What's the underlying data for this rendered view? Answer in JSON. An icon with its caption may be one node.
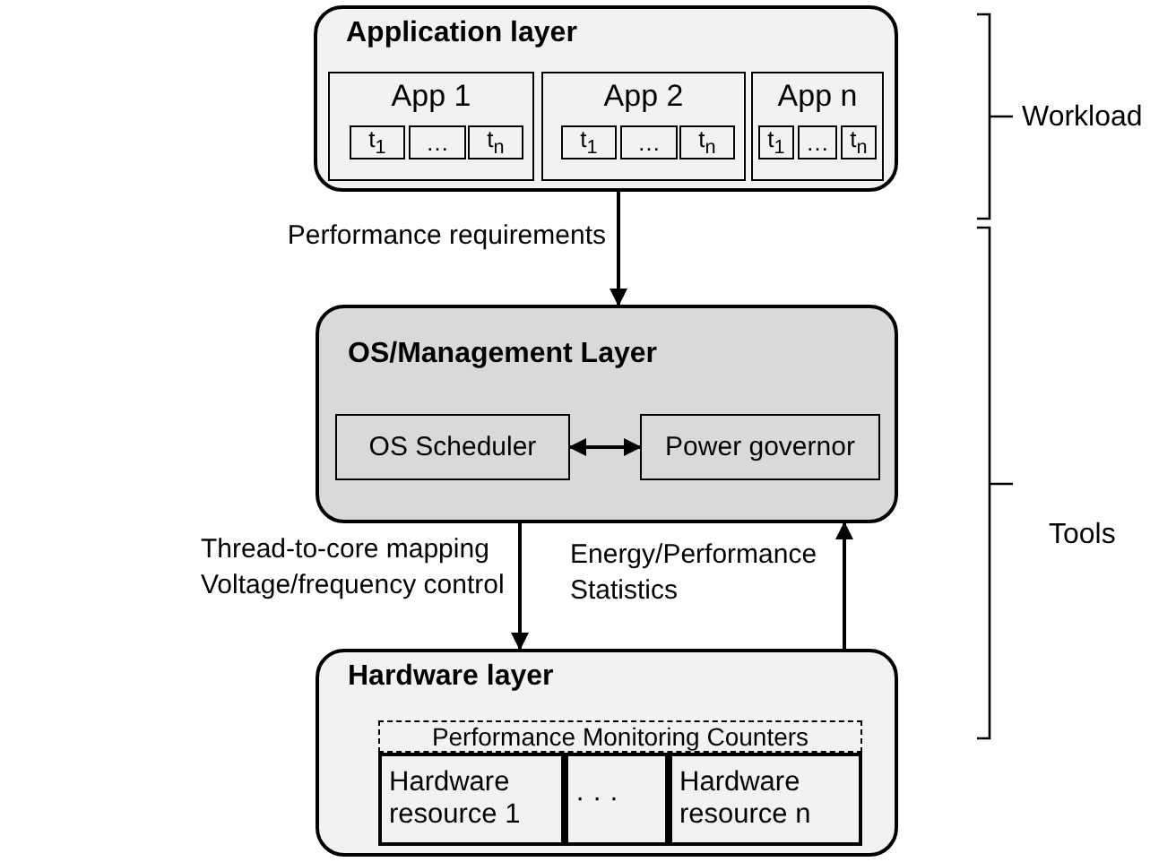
{
  "diagram": {
    "nodes": [
      {
        "text": [
          "Application layer"
        ]
      },
      {
        "text": [
          "App 1"
        ],
        "in": 0
      },
      {
        "text": [
          "t$_{1}$"
        ],
        "in": 1
      },
      {
        "text": [
          "…"
        ],
        "in": 1
      },
      {
        "text": [
          "t$_{n}$"
        ],
        "in": 1
      },
      {
        "text": [
          "App 2"
        ],
        "in": 0
      },
      {
        "text": [
          "t$_{1}$"
        ],
        "in": 5
      },
      {
        "text": [
          "…"
        ],
        "in": 5
      },
      {
        "text": [
          "t$_{n}$"
        ],
        "in": 5
      },
      {
        "text": [
          "App n"
        ],
        "in": 0
      },
      {
        "text": [
          "t$_{1}$"
        ],
        "in": 9
      },
      {
        "text": [
          "…"
        ],
        "in": 9
      },
      {
        "text": [
          "t$_{n}$"
        ],
        "in": 9
      },
      {
        "text": [
          "OS/Management Layer"
        ]
      },
      {
        "text": [
          "OS Scheduler"
        ],
        "in": 13
      },
      {
        "text": [
          "Power governor"
        ],
        "in": 13
      },
      {
        "text": [
          "Hardware layer"
        ]
      },
      {
        "text": [
          "Performance Monitoring Counters"
        ],
        "in": 16
      },
      {
        "text": [
          "Hardware resource 1"
        ],
        "in": 16
      },
      {
        "text": [
          "· · ·"
        ],
        "in": 16
      },
      {
        "text": [
          "Hardware resource n"
        ],
        "in": 16
      }
    ],
    "edges": [
      {
        "from": 0,
        "to": 13,
        "arrow": "to",
        "label": "Performance requirements"
      },
      {
        "from": 14,
        "to": 15,
        "arrow": "both"
      },
      {
        "from": 13,
        "to": 16,
        "arrow": "to",
        "label": "Thread-to-core mapping Voltage/frequency control"
      },
      {
        "from": 16,
        "to": 13,
        "arrow": "to",
        "label": "Energy/Performance Statistics"
      }
    ],
    "labels": [
      "Workload",
      "Tools"
    ]
  }
}
